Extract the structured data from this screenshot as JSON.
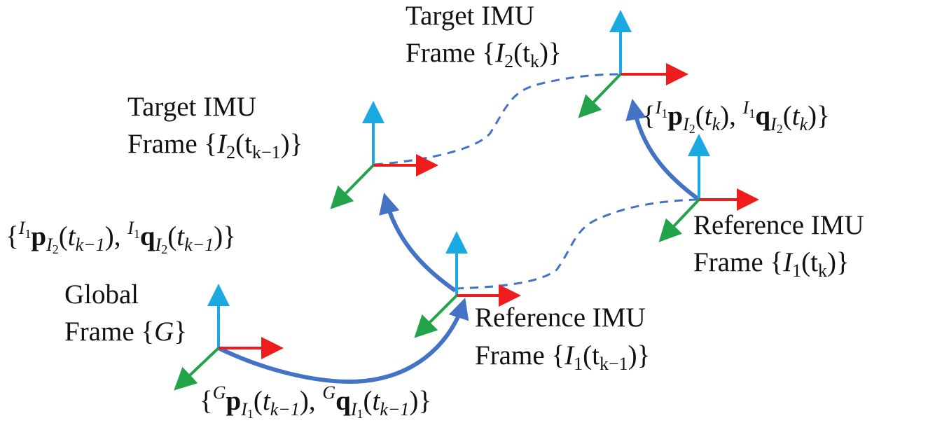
{
  "colors": {
    "x_axis": "#ee1c1c",
    "y_axis": "#1aa9e0",
    "z_axis": "#22a34a",
    "link": "#4472c4",
    "text": "#111111"
  },
  "frames": {
    "global": {
      "line1": "Global",
      "line2_prefix": "Frame {",
      "line2_symbol": "G",
      "line2_suffix": "}"
    },
    "ref_prev": {
      "line1": "Reference IMU",
      "line2_prefix": "Frame {",
      "line2_symbol": "I",
      "line2_sub": "1",
      "line2_args": "(t",
      "line2_args_sub": "k−1",
      "line2_suffix": ")}"
    },
    "ref_curr": {
      "line1": "Reference IMU",
      "line2_prefix": "Frame {",
      "line2_symbol": "I",
      "line2_sub": "1",
      "line2_args": "(t",
      "line2_args_sub": "k",
      "line2_suffix": ")}"
    },
    "target_prev": {
      "line1": "Target IMU",
      "line2_prefix": "Frame {",
      "line2_symbol": "I",
      "line2_sub": "2",
      "line2_args": "(t",
      "line2_args_sub": "k−1",
      "line2_suffix": ")}"
    },
    "target_curr": {
      "line1": "Target IMU",
      "line2_prefix": "Frame {",
      "line2_symbol": "I",
      "line2_sub": "2",
      "line2_args": "(t",
      "line2_args_sub": "k",
      "line2_suffix": ")}"
    }
  },
  "transforms": {
    "global_to_ref_prev": {
      "frame_sup": "G",
      "ref_sub": "I",
      "ref_subsub": "1",
      "time_sub": "k−1"
    },
    "ref_prev_to_target_prev": {
      "frame_sup": "I",
      "frame_supsub": "1",
      "ref_sub": "I",
      "ref_subsub": "2",
      "time_sub": "k−1"
    },
    "ref_curr_to_target_curr": {
      "frame_sup": "I",
      "frame_supsub": "1",
      "ref_sub": "I",
      "ref_subsub": "2",
      "time_sub": "k"
    }
  },
  "symbols": {
    "p": "p",
    "q": "q",
    "t": "t",
    "open_brace": "{",
    "close_brace": "}",
    "open_paren": "(",
    "close_paren": ")",
    "comma": ", "
  }
}
